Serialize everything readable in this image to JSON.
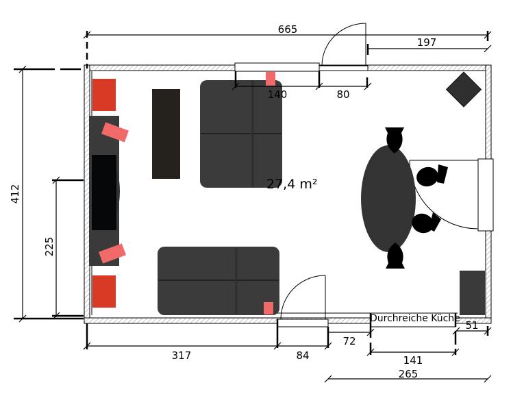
{
  "plan": {
    "area_label": "27,4 m²",
    "pass_through_label": "Durchreiche Küche",
    "dimensions": {
      "total_width": "665",
      "top_right": "197",
      "window_top": "140",
      "door_top": "80",
      "total_depth": "412",
      "left_partial": "225",
      "bottom_left": "317",
      "door_bottom": "84",
      "bottom_gap": "72",
      "pass_through": "141",
      "bottom_right": "265",
      "right_corner": "51"
    }
  },
  "colors": {
    "red_furniture": "#d83a25",
    "pink_accent": "#f06a6a",
    "dark_furniture": "#3a3a3a",
    "table_dark": "#25211c"
  }
}
